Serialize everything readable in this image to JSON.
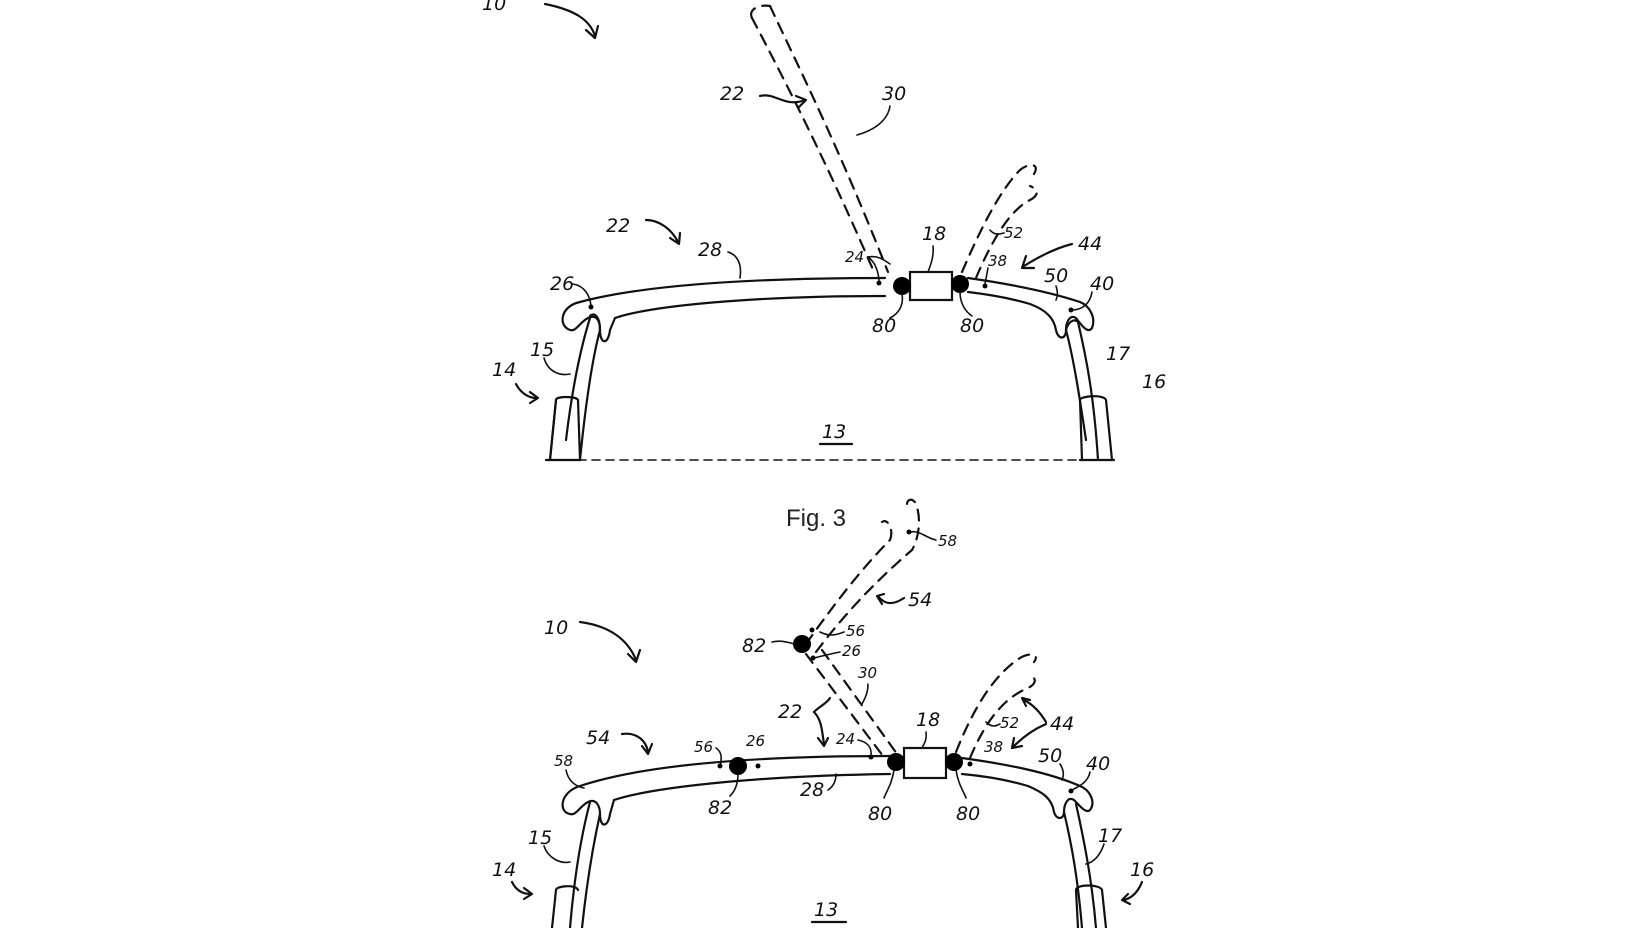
{
  "figure_caption": "Fig. 3",
  "top_figure": {
    "labels": {
      "assembly": "10",
      "member_upper": "22",
      "member_lower": "22",
      "dashed_arm": "30",
      "center_unit": "18",
      "left_inner": "24",
      "bar": "28",
      "left_end": "26",
      "right_arm_dashed": "52",
      "right_group": "44",
      "right_inner": "38",
      "right_bar": "50",
      "right_end": "40",
      "hinge_left": "80",
      "hinge_right": "80",
      "left_post": "15",
      "left_side": "14",
      "right_post": "17",
      "right_side": "16",
      "space": "13"
    }
  },
  "bottom_figure": {
    "labels": {
      "assembly": "10",
      "tip": "58",
      "folding_section": "54",
      "joint_upper": "56",
      "hinge_upper": "82",
      "end_upper": "26",
      "arm": "30",
      "member": "22",
      "center_unit": "18",
      "right_arm_dashed": "52",
      "right_group": "44",
      "right_inner": "38",
      "right_bar": "50",
      "right_end": "40",
      "left_section": "54",
      "left_tip": "58",
      "joint_lower": "56",
      "end_lower": "26",
      "inner": "24",
      "hinge_lower": "82",
      "bar": "28",
      "hinge_left": "80",
      "hinge_right": "80",
      "left_post": "15",
      "left_side": "14",
      "right_post": "17",
      "right_side": "16",
      "space": "13"
    }
  }
}
